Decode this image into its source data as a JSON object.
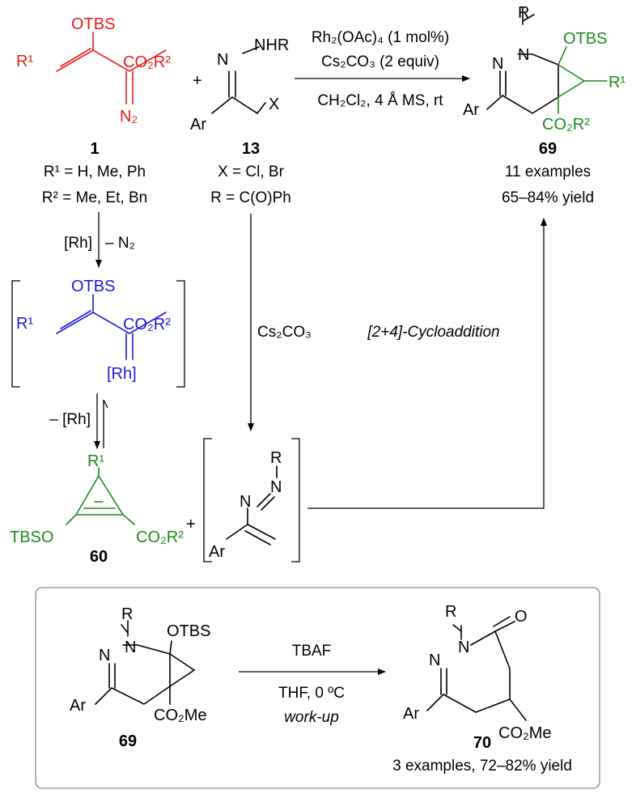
{
  "colors": {
    "red": "#e51c1c",
    "blue": "#1a1ad6",
    "green": "#1e8a1e",
    "black": "#000000",
    "box_border": "#8a8a8a"
  },
  "compound_1": {
    "label": "1",
    "subst_r1": "R¹ = H, Me, Ph",
    "subst_r2": "R² = Me, Et, Bn",
    "otbs": "OTBS",
    "r1": "R¹",
    "co2r2": "CO₂R²",
    "n2": "N₂"
  },
  "compound_13": {
    "label": "13",
    "x_def": "X = Cl, Br",
    "r_def": "R = C(O)Ph",
    "nhr": "NHR",
    "n": "N",
    "ar": "Ar",
    "x": "X"
  },
  "plus": "+",
  "reaction_top": {
    "cat": "Rh₂(OAc)₄ (1 mol%)",
    "base": "Cs₂CO₃ (2 equiv)",
    "solvent": "CH₂Cl₂, 4 Å MS, rt"
  },
  "compound_69": {
    "label": "69",
    "examples": "11 examples",
    "yield": "65–84% yield",
    "r": "R",
    "n1": "N",
    "n2": "N",
    "otbs": "OTBS",
    "r1": "R¹",
    "ar": "Ar",
    "co2r2": "CO₂R²"
  },
  "step_rh": {
    "left": "[Rh]",
    "right": "– N₂"
  },
  "carbenoid": {
    "otbs": "OTBS",
    "r1": "R¹",
    "co2r2": "CO₂R²",
    "rh": "[Rh]"
  },
  "step_back": "– [Rh]",
  "cs2co3": "Cs₂CO₃",
  "cycloaddition": "[2+4]-Cycloaddition",
  "compound_60": {
    "label": "60",
    "r1": "R¹",
    "tbso": "TBSO",
    "co2r2": "CO₂R²"
  },
  "azoalkene": {
    "r": "R",
    "n1": "N",
    "n2": "N",
    "ar": "Ar"
  },
  "inset": {
    "reagent": "TBAF",
    "conditions": "THF, 0 ºC",
    "workup": "work-up",
    "sm_label": "69",
    "prod_label": "70",
    "prod_summary": "3 examples, 72–82% yield",
    "sm": {
      "r": "R",
      "n1": "N",
      "n2": "N",
      "otbs": "OTBS",
      "ar": "Ar",
      "co2me": "CO₂Me"
    },
    "prod": {
      "r": "R",
      "n1": "N",
      "n2": "N",
      "o": "O",
      "ar": "Ar",
      "co2me": "CO₂Me"
    }
  }
}
